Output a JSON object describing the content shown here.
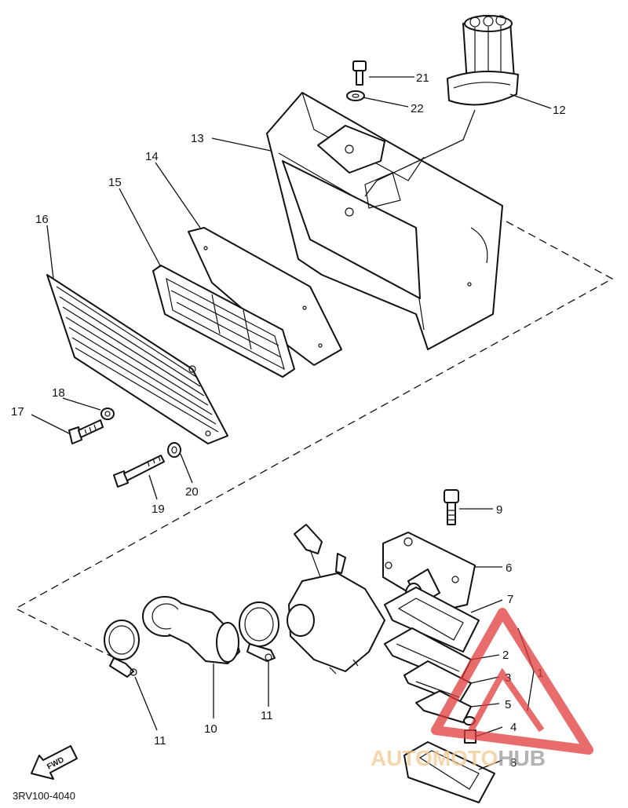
{
  "diagram_code": "3RV100-4040",
  "fwd_label": "FWD",
  "watermark": {
    "part_a": "AUTOMOTO",
    "part_b": "HUB",
    "color_a": "#f2c98f",
    "color_b": "#9a9a9a",
    "logo_color": "#e23b3b"
  },
  "callouts": {
    "c1": "1",
    "c2": "2",
    "c3": "3",
    "c4": "4",
    "c5": "5",
    "c6": "6",
    "c7": "7",
    "c8": "8",
    "c9": "9",
    "c10": "10",
    "c11a": "11",
    "c11b": "11",
    "c12": "12",
    "c13": "13",
    "c14": "14",
    "c15": "15",
    "c16": "16",
    "c17": "17",
    "c18": "18",
    "c19": "19",
    "c20": "20",
    "c21": "21",
    "c22": "22"
  }
}
